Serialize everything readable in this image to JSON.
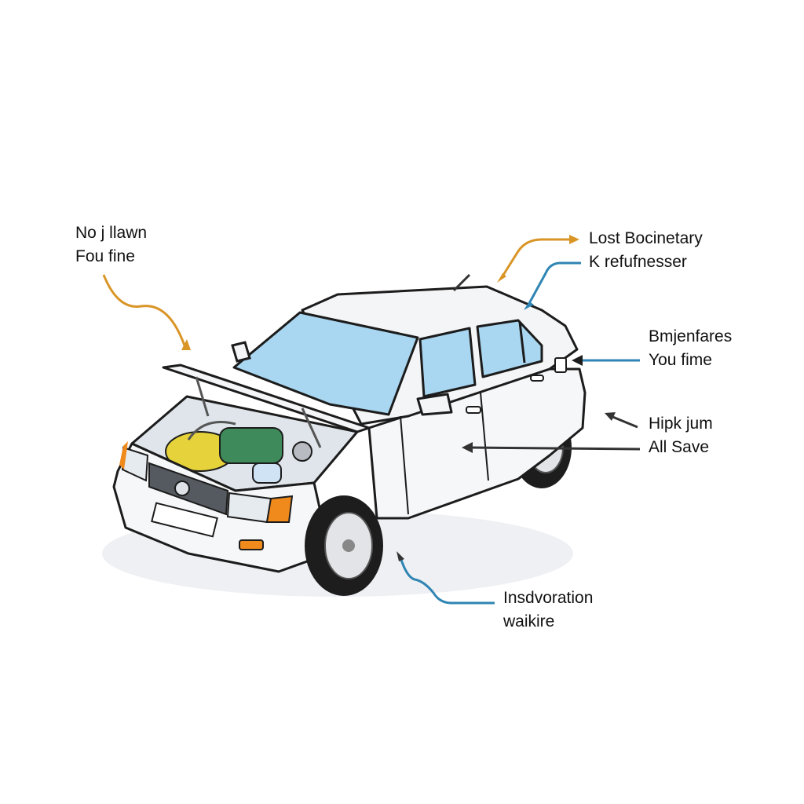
{
  "callouts": {
    "top_left": {
      "line1": "No j llawn",
      "line2": "Fou fine",
      "color": "#d99526"
    },
    "top_right": {
      "line1": "Lost Bocinetary",
      "line2": "K refufnesser",
      "arrow_colors": [
        "#d99526",
        "#2f85b3"
      ]
    },
    "mid_right": {
      "line1": "Bmjenfares",
      "line2": "You fime",
      "color": "#2f85b3"
    },
    "lower_right": {
      "line1": "Hipk jum",
      "line2": "All Save",
      "color": "#333333"
    },
    "bottom": {
      "line1": "Insdvoration",
      "line2": "waikire",
      "color": "#2f85b3"
    }
  },
  "colors": {
    "car_body": "#f4f5f7",
    "glass": "#a9d6f0",
    "outline": "#1c1c1c",
    "indicator": "#f08a1c",
    "engine_yellow": "#e6d23a",
    "engine_green": "#3f8a5a"
  }
}
